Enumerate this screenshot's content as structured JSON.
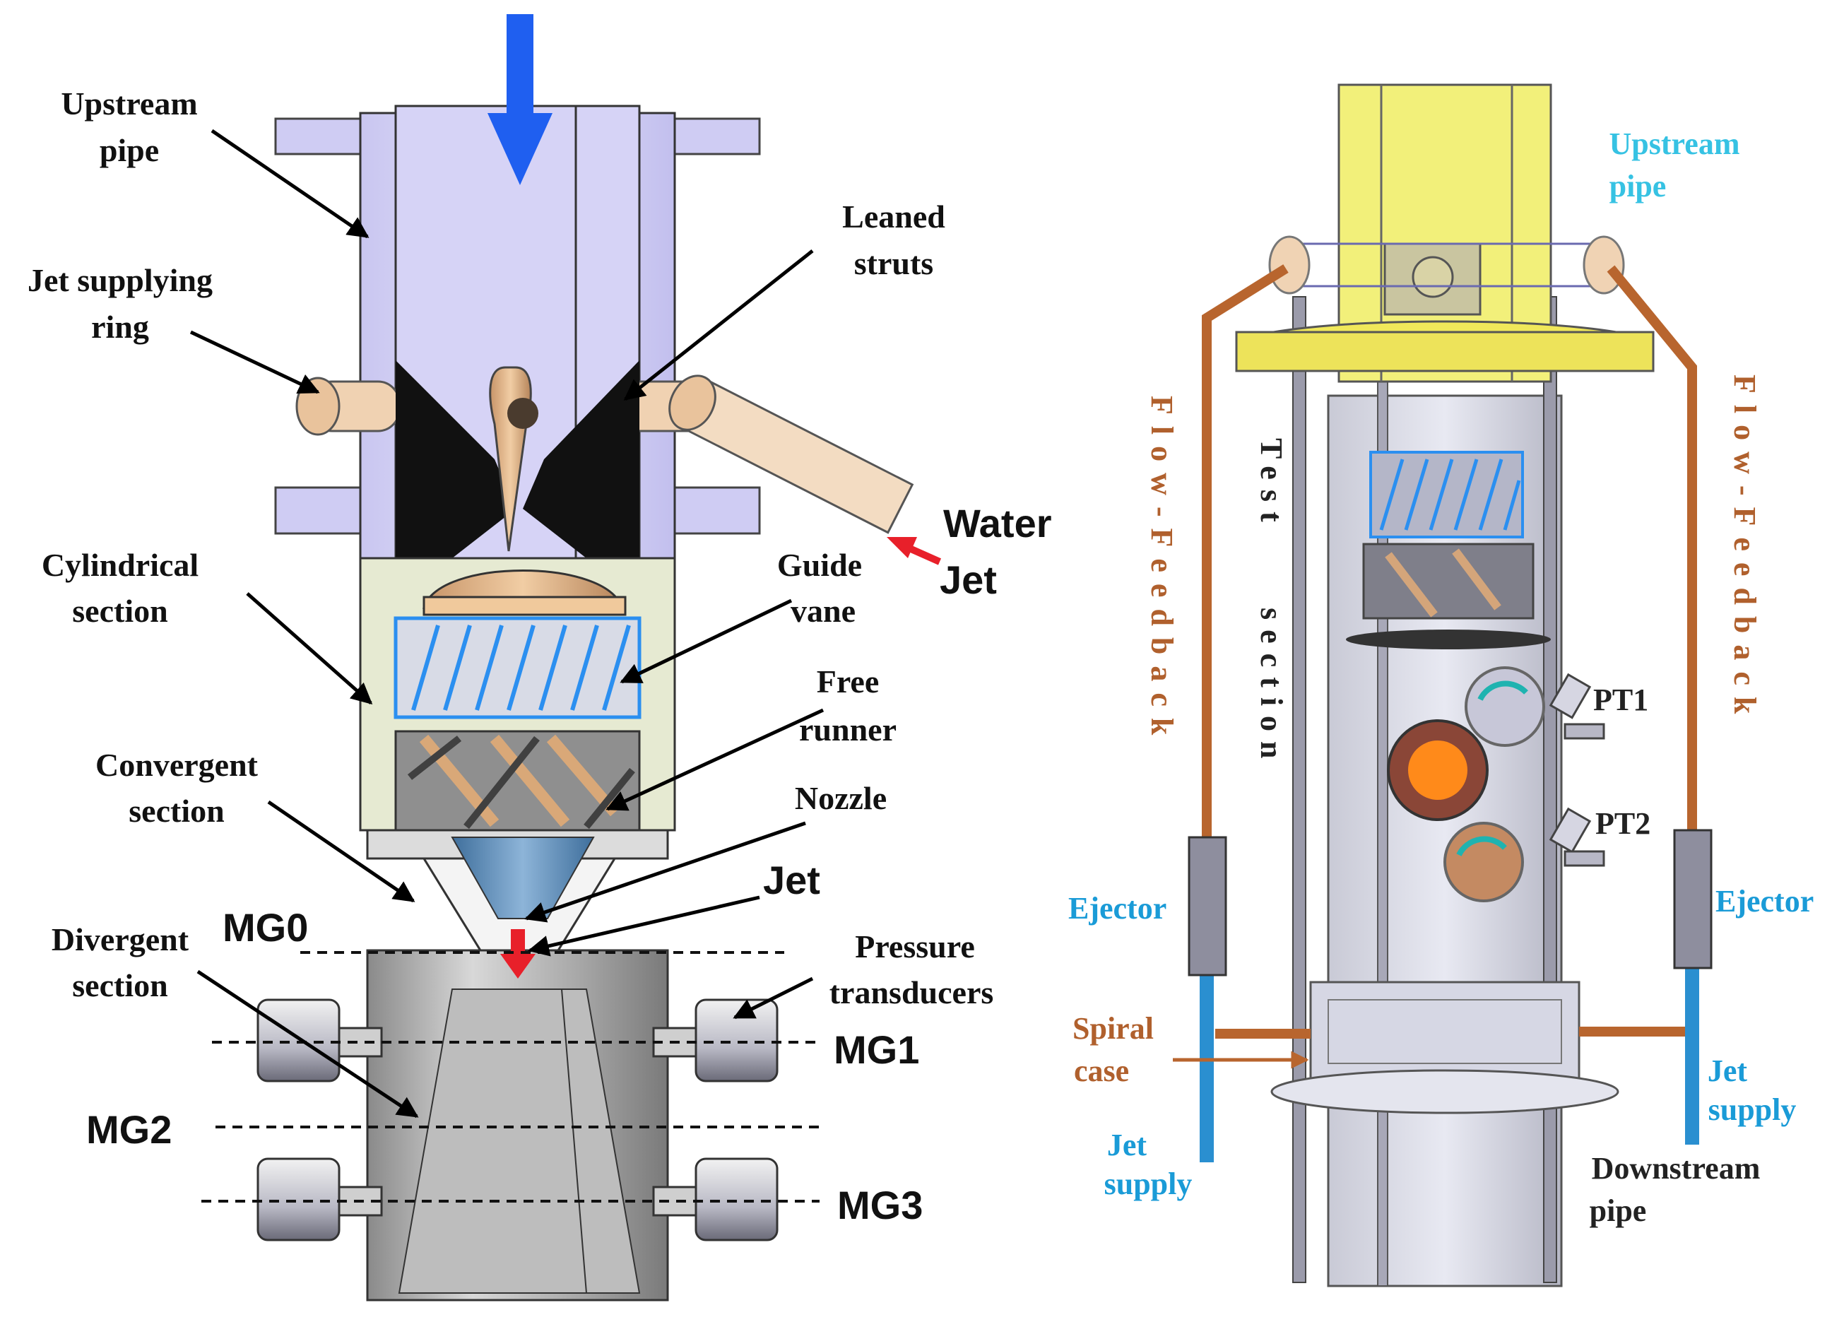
{
  "left": {
    "labels": {
      "upstream_pipe_1": "Upstream",
      "upstream_pipe_2": "pipe",
      "leaned_struts_1": "Leaned",
      "leaned_struts_2": "struts",
      "jet_ring_1": "Jet supplying",
      "jet_ring_2": "ring",
      "water_jet_1": "Water",
      "water_jet_2": "Jet",
      "cylindrical_1": "Cylindrical",
      "cylindrical_2": "section",
      "guide_vane_1": "Guide",
      "guide_vane_2": "vane",
      "free_runner_1": "Free",
      "free_runner_2": "runner",
      "convergent_1": "Convergent",
      "convergent_2": "section",
      "nozzle": "Nozzle",
      "jet": "Jet",
      "divergent_1": "Divergent",
      "divergent_2": "section",
      "pressure_1": "Pressure",
      "pressure_2": "transducers",
      "mg0": "MG0",
      "mg1": "MG1",
      "mg2": "MG2",
      "mg3": "MG3"
    }
  },
  "right": {
    "labels": {
      "upstream_1": "Upstream",
      "upstream_2": "pipe",
      "flow_feedback_left": "Flow-Feedback",
      "flow_feedback_right": "Flow-Feedback",
      "test_1": "Test",
      "test_2": "section",
      "pt1": "PT1",
      "pt2": "PT2",
      "ejector_left": "Ejector",
      "ejector_right": "Ejector",
      "spiral_1": "Spiral",
      "spiral_2": "case",
      "jet_supply_left_1": "Jet",
      "jet_supply_left_2": "supply",
      "jet_supply_right_1": "Jet",
      "jet_supply_right_2": "supply",
      "downstream_1": "Downstream",
      "downstream_2": "pipe"
    }
  },
  "colors": {
    "flow_arrow": "#1f5ff0",
    "water_jet_arrow": "#e8202a",
    "guide_vane": "#2b8ff0",
    "feedback_pipe": "#b8652e",
    "jet_supply_pipe": "#2a8fd0",
    "upstream_yellow": "#f2f07a"
  }
}
